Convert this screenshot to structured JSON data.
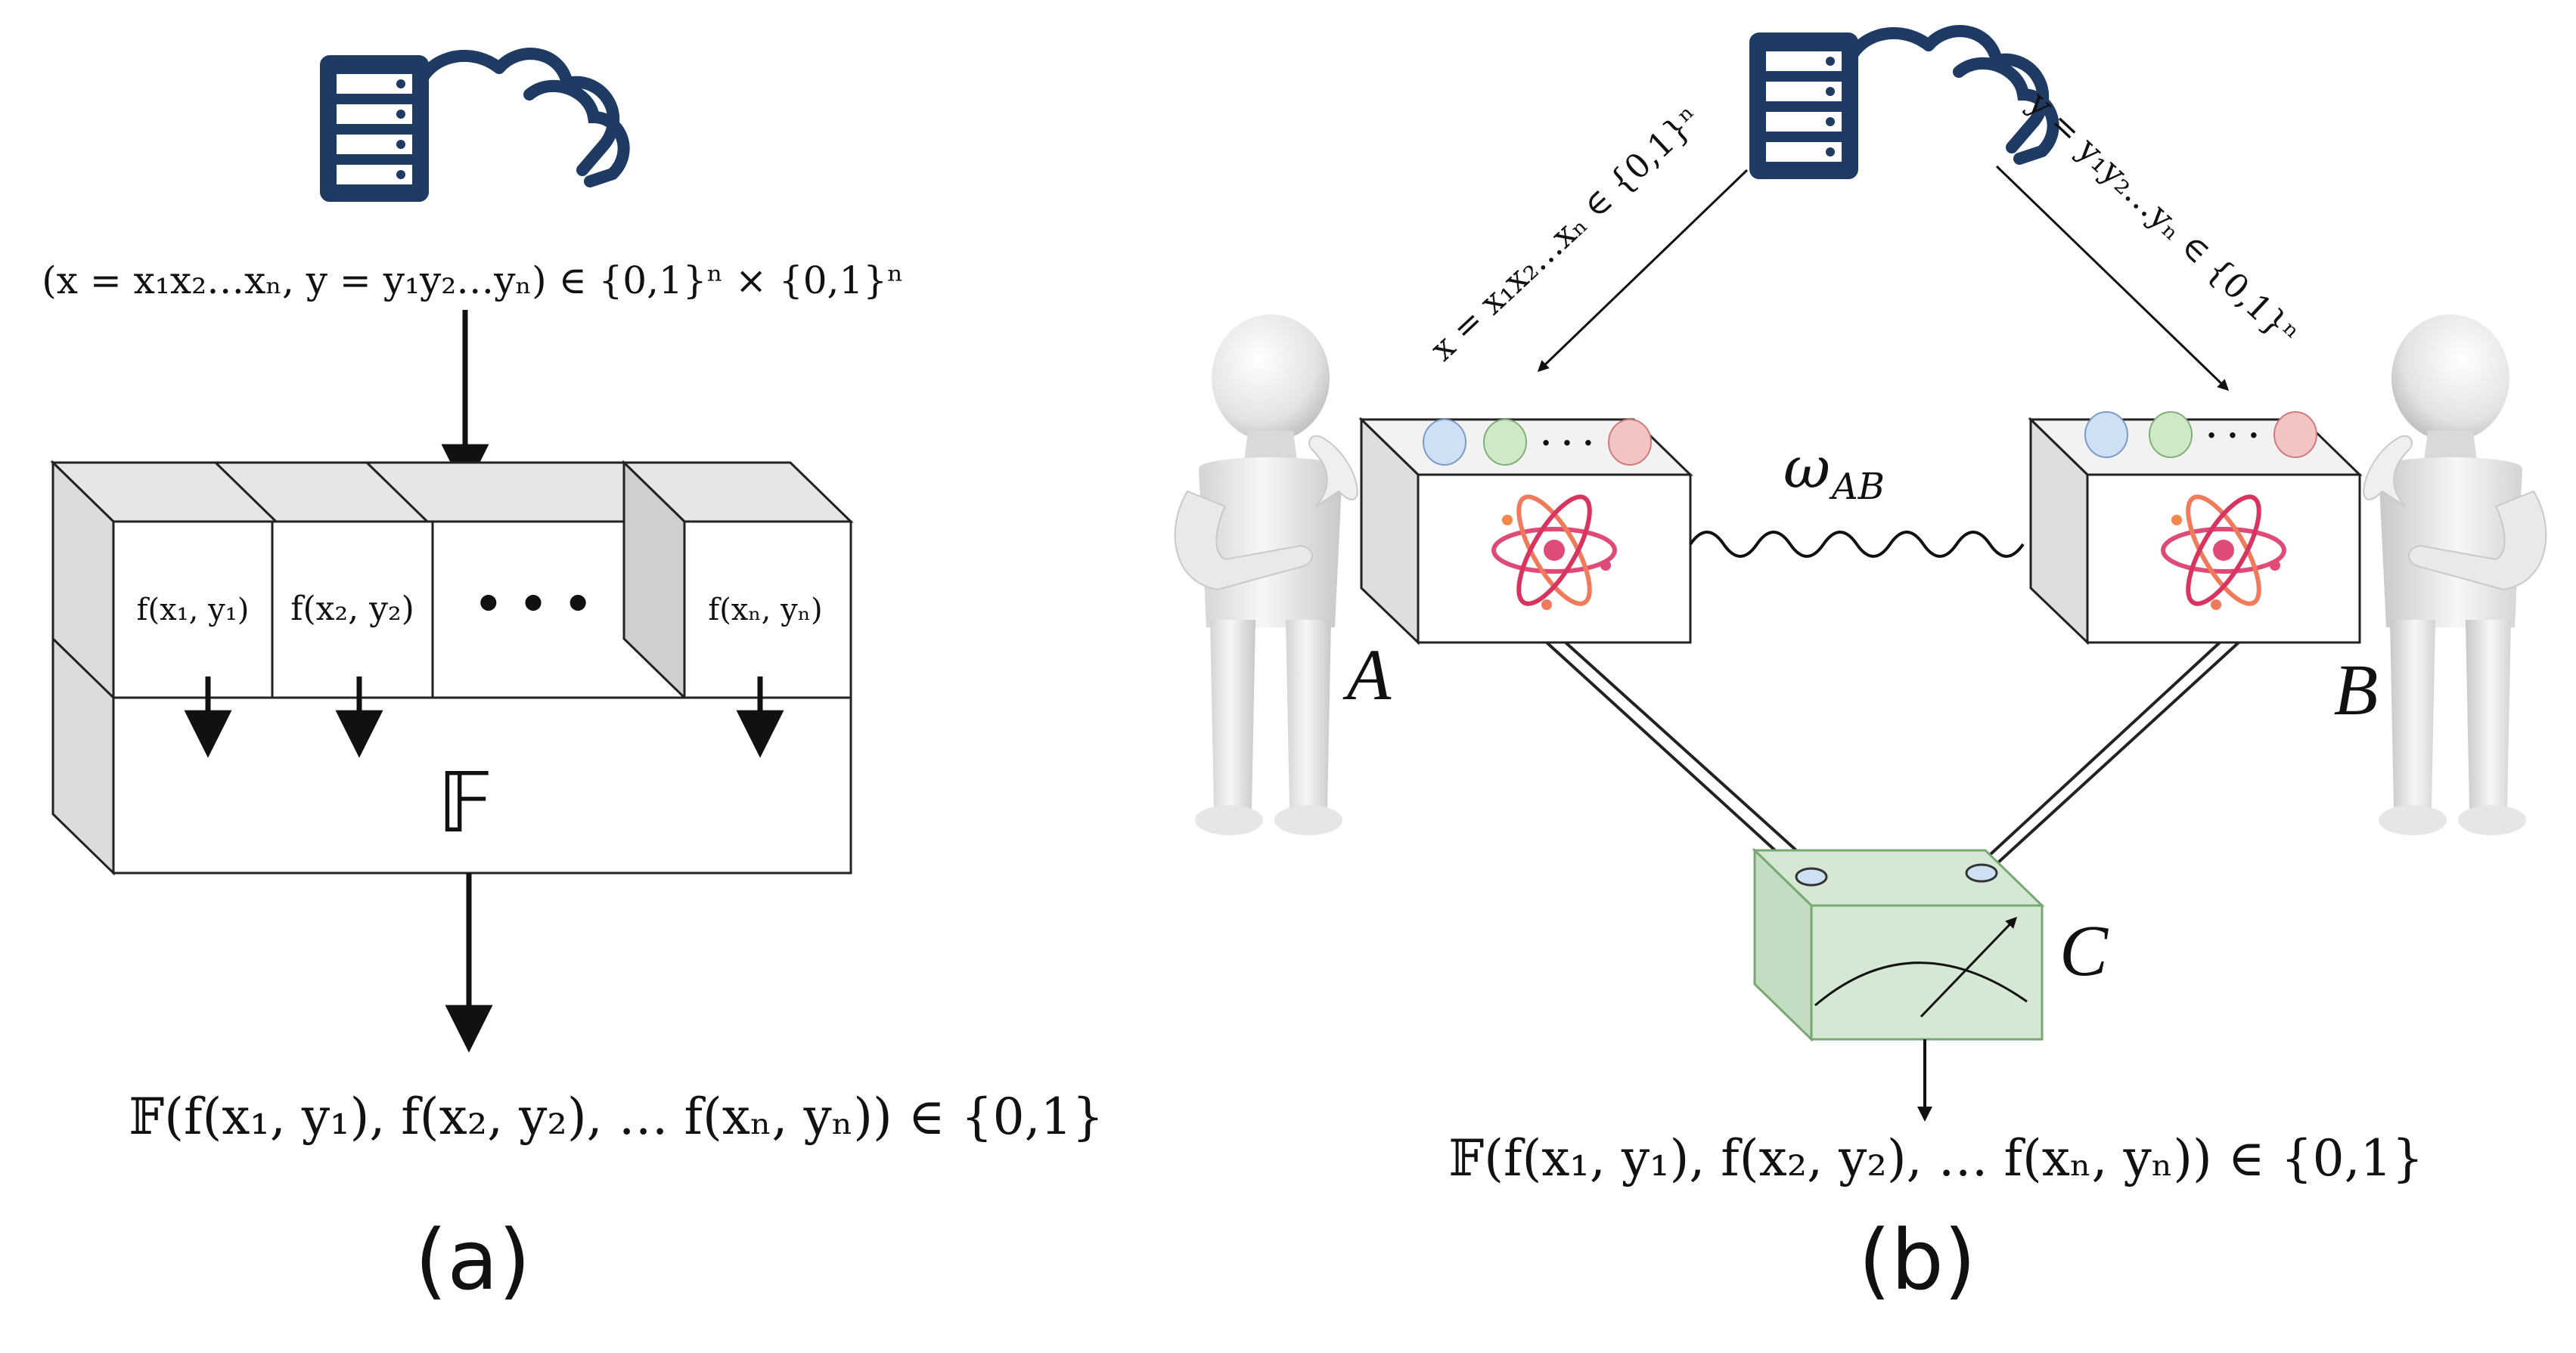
{
  "panel_a": {
    "source_label": "(x = x₁x₂…xₙ, y = y₁y₂…yₙ) ∈ {0,1}ⁿ × {0,1}ⁿ",
    "cells": [
      "f(x₁, y₁)",
      "f(x₂, y₂)",
      "• • •",
      "f(xₙ, yₙ)"
    ],
    "block_label": "𝔽",
    "output_label": "𝔽(f(x₁, y₁), f(x₂, y₂), … f(xₙ, yₙ)) ∈ {0,1}",
    "caption": "(a)"
  },
  "panel_b": {
    "left_input_label": "x = x₁x₂…xₙ ∈ {0,1}ⁿ",
    "right_input_label": "y = y₁y₂…yₙ ∈ {0,1}ⁿ",
    "entanglement_label": "ω",
    "entanglement_subscript": "AB",
    "party_a": "A",
    "party_b": "B",
    "party_c": "C",
    "knob_dots": "· · ·",
    "output_label": "𝔽(f(x₁, y₁), f(x₂, y₂), … f(xₙ, yₙ)) ∈ {0,1}",
    "caption": "(b)"
  },
  "colors": {
    "server_blue": "#1f3a63",
    "knob_blue": "#cfe0f4",
    "knob_green": "#cfe8c8",
    "knob_red": "#f3c4c4",
    "referee_green": "#d5e8d4",
    "atom_pink": "#e04a76",
    "atom_orange": "#f5874a"
  }
}
